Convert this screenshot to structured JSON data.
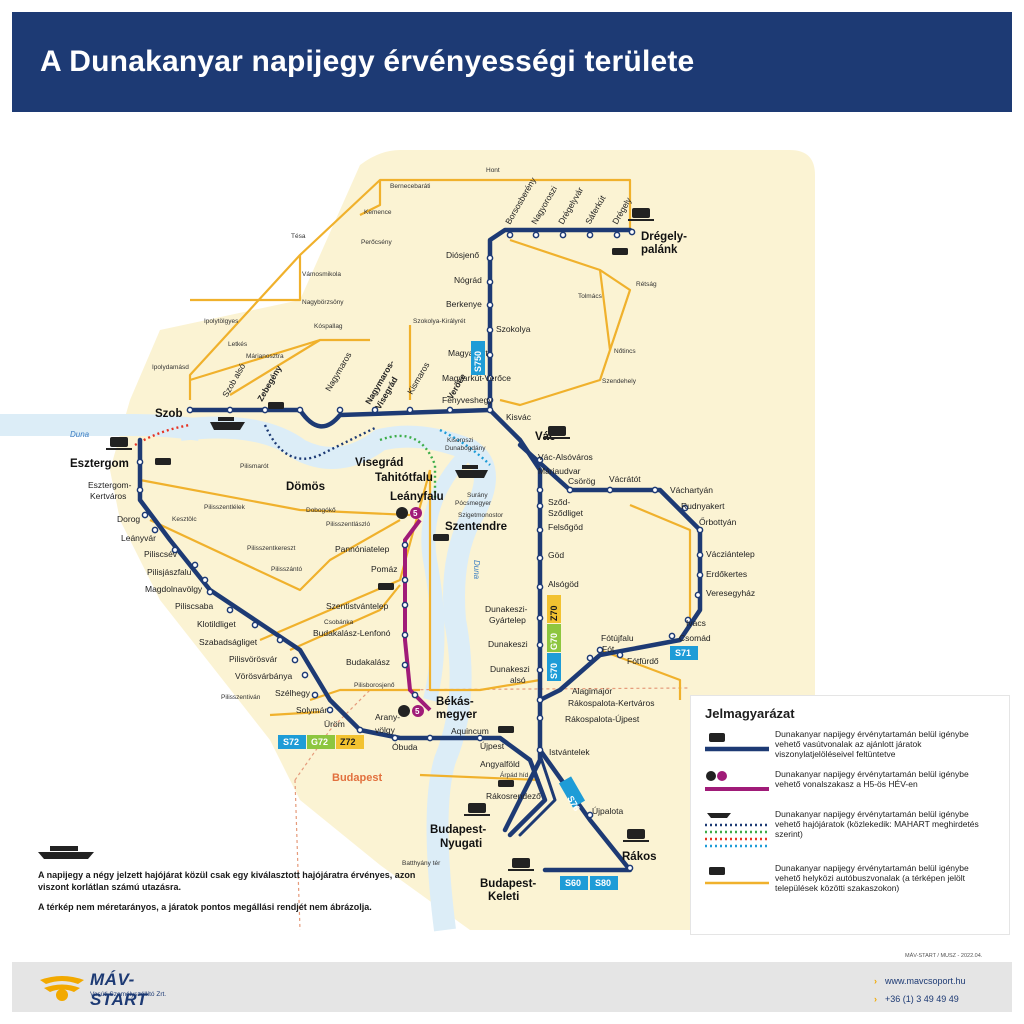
{
  "title": "A Dunakanyar napijegy érvényességi területe",
  "colors": {
    "rail": "#1d3a74",
    "hev": "#a01b78",
    "bus": "#f0b12c",
    "zone": "#fbf3d3",
    "river": "#dcedf7",
    "title_bg": "#1d3a74"
  },
  "river_labels": {
    "duna_west": "Duna",
    "duna_south": "Duna"
  },
  "city_budapest": "Budapest",
  "major_stations": {
    "szob": "Szob",
    "esztergom": "Esztergom",
    "vac": "Vác",
    "dregely1": "Drégely-",
    "dregely2": "palánk",
    "szentendre": "Szentendre",
    "bekas1": "Békás-",
    "bekas2": "megyer",
    "nyugati1": "Budapest-",
    "nyugati2": "Nyugati",
    "keleti1": "Budapest-",
    "keleti2": "Keleti",
    "rakos": "Rákos",
    "domos": "Dömös",
    "visegrad": "Visegrád",
    "tahitotfalu": "Tahitótfalu",
    "leanyfalu": "Leányfalu"
  },
  "bold_river_stations": {
    "zebegeny": "Zebegény",
    "nagymaros1": "Nagymaros-",
    "nagymaros2": "Visegrád",
    "veroce": "Verőce"
  },
  "rail_stations": [
    {
      "name": "Nagymaros"
    },
    {
      "name": "Kismaros"
    },
    {
      "name": "Szob alsó"
    },
    {
      "name": "Kisvác"
    },
    {
      "name": "Fenyveshegy"
    },
    {
      "name": "Magyarkút-Verőce"
    },
    {
      "name": "Magyarkút"
    },
    {
      "name": "Szokolya"
    },
    {
      "name": "Berkenye"
    },
    {
      "name": "Nógrád"
    },
    {
      "name": "Diósjenő"
    },
    {
      "name": "Borsosberény"
    },
    {
      "name": "Nagyoroszi"
    },
    {
      "name": "Drégelyvár"
    },
    {
      "name": "Sáferkút"
    },
    {
      "name": "Drégely"
    },
    {
      "name": "Vác-Alsóváros"
    },
    {
      "name": "Máriaudvar"
    },
    {
      "name": "Sződ-"
    },
    {
      "name": "Sződliget"
    },
    {
      "name": "Felsőgöd"
    },
    {
      "name": "Göd"
    },
    {
      "name": "Alsógöd"
    },
    {
      "name": "Dunakeszi-"
    },
    {
      "name": "Gyártelep"
    },
    {
      "name": "Dunakeszi"
    },
    {
      "name": "Dunakeszi"
    },
    {
      "name": "alsó"
    },
    {
      "name": "Alagimajor"
    },
    {
      "name": "Rákospalota-Kertváros"
    },
    {
      "name": "Rákospalota-Újpest"
    },
    {
      "name": "Istvántelek"
    },
    {
      "name": "Újpest"
    },
    {
      "name": "Angyalföld"
    },
    {
      "name": "Rákosrendező"
    },
    {
      "name": "Újpalota"
    },
    {
      "name": "Csörög"
    },
    {
      "name": "Vácrátót"
    },
    {
      "name": "Váchartyán"
    },
    {
      "name": "Rudnyakert"
    },
    {
      "name": "Őrbottyán"
    },
    {
      "name": "Vácziántelep"
    },
    {
      "name": "Erdőkertes"
    },
    {
      "name": "Veresegyház"
    },
    {
      "name": "Ivacs"
    },
    {
      "name": "Csomád"
    },
    {
      "name": "Fót"
    },
    {
      "name": "Fótújfalu"
    },
    {
      "name": "Fótfürdő"
    },
    {
      "name": "Esztergom-"
    },
    {
      "name": "Kertváros"
    },
    {
      "name": "Dorog"
    },
    {
      "name": "Leányvár"
    },
    {
      "name": "Piliscsév"
    },
    {
      "name": "Pilisjászfalu"
    },
    {
      "name": "Magdolnavölgy"
    },
    {
      "name": "Piliscsaba"
    },
    {
      "name": "Klotildliget"
    },
    {
      "name": "Szabadságliget"
    },
    {
      "name": "Pilisvörösvár"
    },
    {
      "name": "Vörösvárbánya"
    },
    {
      "name": "Szélhegy"
    },
    {
      "name": "Solymár"
    },
    {
      "name": "Üröm"
    },
    {
      "name": "Arany-"
    },
    {
      "name": "völgy"
    },
    {
      "name": "Óbuda"
    },
    {
      "name": "Aquincum"
    },
    {
      "name": "Pannóniatelep"
    },
    {
      "name": "Pomáz"
    },
    {
      "name": "Szentistvántelep"
    },
    {
      "name": "Budakalász-Lenfonó"
    },
    {
      "name": "Budakalász"
    }
  ],
  "small_places": [
    {
      "name": "Hont"
    },
    {
      "name": "Bernecebaráti"
    },
    {
      "name": "Kemence"
    },
    {
      "name": "Tésa"
    },
    {
      "name": "Perőcsény"
    },
    {
      "name": "Vámosmikola"
    },
    {
      "name": "Nagybörzsöny"
    },
    {
      "name": "Ipolytölgyes"
    },
    {
      "name": "Kóspallag"
    },
    {
      "name": "Szokolya-Királyrét"
    },
    {
      "name": "Letkés"
    },
    {
      "name": "Márianosztra"
    },
    {
      "name": "Ipolydamásd"
    },
    {
      "name": "Tolmács"
    },
    {
      "name": "Rétság"
    },
    {
      "name": "Nőtincs"
    },
    {
      "name": "Szendehely"
    },
    {
      "name": "Pilismarót"
    },
    {
      "name": "Kisoroszi"
    },
    {
      "name": "Dunabogdány"
    },
    {
      "name": "Surány"
    },
    {
      "name": "Pócsmegyer"
    },
    {
      "name": "Szigetmonostor"
    },
    {
      "name": "Pilisszentlélek"
    },
    {
      "name": "Dobogókő"
    },
    {
      "name": "Kesztölc"
    },
    {
      "name": "Pilisszentlászló"
    },
    {
      "name": "Pilisszentkereszt"
    },
    {
      "name": "Pilisszántó"
    },
    {
      "name": "Csobánka"
    },
    {
      "name": "Pilisborosjenő"
    },
    {
      "name": "Pilisszentiván"
    },
    {
      "name": "Árpád híd"
    },
    {
      "name": "Batthyány tér"
    }
  ],
  "line_badges": {
    "s750": "S750",
    "z70": "Z70",
    "g70": "G70",
    "s70": "S70",
    "s71": "S71",
    "s72": "S72",
    "g72": "G72",
    "z72": "Z72",
    "s76": "S76",
    "s60": "S60",
    "s80": "S80",
    "h5": "5"
  },
  "legend": {
    "title": "Jelmagyarázat",
    "items": [
      {
        "text": "Dunakanyar napijegy érvénytartamán belül igénybe vehető vasútvonalak az ajánlott járatok viszonylatjelöléseivel feltüntetve"
      },
      {
        "text": "Dunakanyar napijegy érvénytartamán belül igénybe vehető vonalszakasz a H5-ös HÉV-en"
      },
      {
        "text": "Dunakanyar napijegy érvénytartamán belül igénybe vehető hajójáratok (közlekedik: MAHART meghirdetés szerint)"
      },
      {
        "text": "Dunakanyar napijegy érvénytartamán belül igénybe vehető helyközi autóbuszvonalak (a térképen jelölt települések közötti szakaszokon)"
      }
    ]
  },
  "notes": {
    "ferry": "A napijegy a négy jelzett hajójárat közül csak egy kiválasztott hajójáratra érvényes, azon viszont korlátlan számú utazásra.",
    "scale": "A térkép nem méretarányos, a járatok pontos megállási rendjét nem ábrázolja."
  },
  "credit": "MÁV-START / MUSZ - 2022.04.",
  "footer": {
    "logo_name": "MÁV-START",
    "logo_sub": "Vasúti Személyszállító Zrt.",
    "website": "www.mavcsoport.hu",
    "phone": "+36 (1) 3 49 49 49"
  }
}
